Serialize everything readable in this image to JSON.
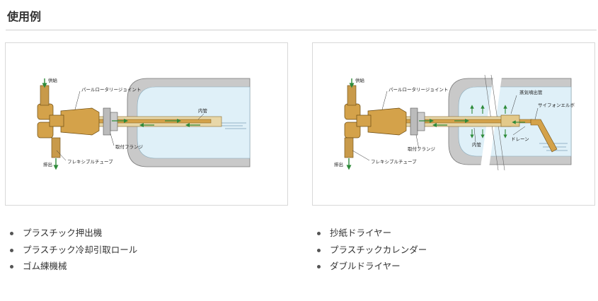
{
  "page": {
    "title": "使用例"
  },
  "diagram_left": {
    "labels": {
      "supply": "供給",
      "joint": "パールロータリージョイント",
      "inner_pipe": "内管",
      "flange": "取付フランジ",
      "discharge": "排出",
      "hose": "フレキシブルチューブ"
    }
  },
  "diagram_right": {
    "labels": {
      "supply": "供給",
      "joint": "パールロータリージョイント",
      "steam_pipe": "蒸気噴出管",
      "siphon": "サイフォンエルボ",
      "inner_pipe": "内管",
      "drain": "ドレーン",
      "flange": "取付フランジ",
      "discharge": "排出",
      "hose": "フレキシブルチューブ"
    }
  },
  "uses_left": [
    "プラスチック押出機",
    "プラスチック冷却引取ロール",
    "ゴム練機械"
  ],
  "uses_right": [
    "抄紙ドライヤー",
    "プラスチックカレンダー",
    "ダブルドライヤー"
  ],
  "colors": {
    "roll_wall": "#c9c9c9",
    "roll_interior": "#dff0f8",
    "brass": "#d4a24a",
    "arrow_green": "#2e8b3a"
  }
}
